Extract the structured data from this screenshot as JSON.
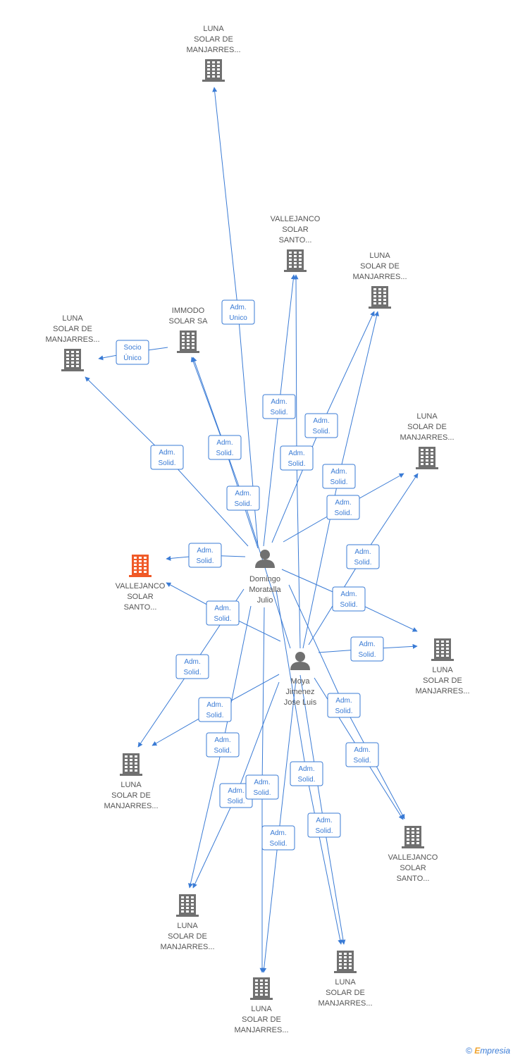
{
  "colors": {
    "edge": "#3a7bd5",
    "company": "#707070",
    "focus_company": "#f05a28",
    "person": "#707070",
    "label": "#555555"
  },
  "nodes": [
    {
      "id": "c1",
      "type": "company",
      "icon": "building-icon",
      "label": [
        "LUNA",
        "SOLAR DE",
        "MANJARRES..."
      ]
    },
    {
      "id": "c2",
      "type": "company",
      "icon": "building-icon",
      "label": [
        "VALLEJANCO",
        "SOLAR",
        "SANTO..."
      ]
    },
    {
      "id": "c3",
      "type": "company",
      "icon": "building-icon",
      "label": [
        "LUNA",
        "SOLAR DE",
        "MANJARRES..."
      ]
    },
    {
      "id": "c4",
      "type": "company",
      "icon": "building-icon",
      "label": [
        "IMMODO",
        "SOLAR SA"
      ]
    },
    {
      "id": "c5",
      "type": "company",
      "icon": "building-icon",
      "label": [
        "LUNA",
        "SOLAR DE",
        "MANJARRES..."
      ]
    },
    {
      "id": "c6",
      "type": "company",
      "icon": "building-icon",
      "label": [
        "LUNA",
        "SOLAR DE",
        "MANJARRES..."
      ]
    },
    {
      "id": "c7",
      "type": "company",
      "icon": "building-icon",
      "focus": true,
      "label": [
        "VALLEJANCO",
        "SOLAR",
        "SANTO..."
      ]
    },
    {
      "id": "c8",
      "type": "company",
      "icon": "building-icon",
      "label": [
        "LUNA",
        "SOLAR DE",
        "MANJARRES..."
      ]
    },
    {
      "id": "c9",
      "type": "company",
      "icon": "building-icon",
      "label": [
        "LUNA",
        "SOLAR DE",
        "MANJARRES..."
      ]
    },
    {
      "id": "c10",
      "type": "company",
      "icon": "building-icon",
      "label": [
        "VALLEJANCO",
        "SOLAR",
        "SANTO..."
      ]
    },
    {
      "id": "c11",
      "type": "company",
      "icon": "building-icon",
      "label": [
        "LUNA",
        "SOLAR DE",
        "MANJARRES..."
      ]
    },
    {
      "id": "c12",
      "type": "company",
      "icon": "building-icon",
      "label": [
        "LUNA",
        "SOLAR DE",
        "MANJARRES..."
      ]
    },
    {
      "id": "c13",
      "type": "company",
      "icon": "building-icon",
      "label": [
        "LUNA",
        "SOLAR DE",
        "MANJARRES..."
      ]
    },
    {
      "id": "p1",
      "type": "person",
      "icon": "person-icon",
      "label": [
        "Domingo",
        "Moratalla",
        "Julio"
      ]
    },
    {
      "id": "p2",
      "type": "person",
      "icon": "person-icon",
      "label": [
        "Moya",
        "Jimenez",
        "Jose Luis"
      ]
    }
  ],
  "edges": [
    {
      "from": "p1",
      "to": "c1",
      "label": [
        "Adm.",
        "Unico"
      ]
    },
    {
      "from": "c4",
      "to": "c3",
      "label": [
        "Socio",
        "Único"
      ]
    },
    {
      "from": "p1",
      "to": "c3",
      "label": [
        "Adm.",
        "Solid."
      ]
    },
    {
      "from": "p1",
      "to": "c4",
      "label": [
        "Adm.",
        "Solid."
      ]
    },
    {
      "from": "p2",
      "to": "c4",
      "label": [
        "Adm.",
        "Solid."
      ]
    },
    {
      "from": "p1",
      "to": "c2",
      "label": [
        "Adm.",
        "Solid."
      ]
    },
    {
      "from": "p2",
      "to": "c2",
      "label": [
        "Adm.",
        "Solid."
      ]
    },
    {
      "from": "p1",
      "to": "c5",
      "label": [
        "Adm.",
        "Solid."
      ]
    },
    {
      "from": "p2",
      "to": "c5",
      "label": [
        "Adm.",
        "Solid."
      ]
    },
    {
      "from": "p1",
      "to": "c6",
      "label": [
        "Adm.",
        "Solid."
      ]
    },
    {
      "from": "p2",
      "to": "c6",
      "label": [
        "Adm.",
        "Solid."
      ]
    },
    {
      "from": "p1",
      "to": "c7",
      "label": [
        "Adm.",
        "Solid."
      ]
    },
    {
      "from": "p2",
      "to": "c7",
      "label": [
        "Adm.",
        "Solid."
      ]
    },
    {
      "from": "p1",
      "to": "c9",
      "label": [
        "Adm.",
        "Solid."
      ]
    },
    {
      "from": "p2",
      "to": "c9",
      "label": [
        "Adm.",
        "Solid."
      ]
    },
    {
      "from": "p1",
      "to": "c8",
      "label": [
        "Adm.",
        "Solid."
      ]
    },
    {
      "from": "p2",
      "to": "c8",
      "label": [
        "Adm.",
        "Solid."
      ]
    },
    {
      "from": "p1",
      "to": "c10",
      "label": [
        "Adm.",
        "Solid."
      ]
    },
    {
      "from": "p2",
      "to": "c10",
      "label": [
        "Adm.",
        "Solid."
      ]
    },
    {
      "from": "p1",
      "to": "c11",
      "label": [
        "Adm.",
        "Solid."
      ]
    },
    {
      "from": "p2",
      "to": "c11",
      "label": [
        "Adm.",
        "Solid."
      ]
    },
    {
      "from": "p1",
      "to": "c12",
      "label": [
        "Adm.",
        "Solid."
      ]
    },
    {
      "from": "p2",
      "to": "c12",
      "label": [
        "Adm.",
        "Solid."
      ]
    },
    {
      "from": "p1",
      "to": "c13",
      "label": [
        "Adm.",
        "Solid."
      ]
    },
    {
      "from": "p2",
      "to": "c13",
      "label": [
        "Adm.",
        "Solid."
      ]
    }
  ],
  "watermark": {
    "symbol": "©",
    "brand_initial": "E",
    "brand_rest": "mpresia"
  }
}
